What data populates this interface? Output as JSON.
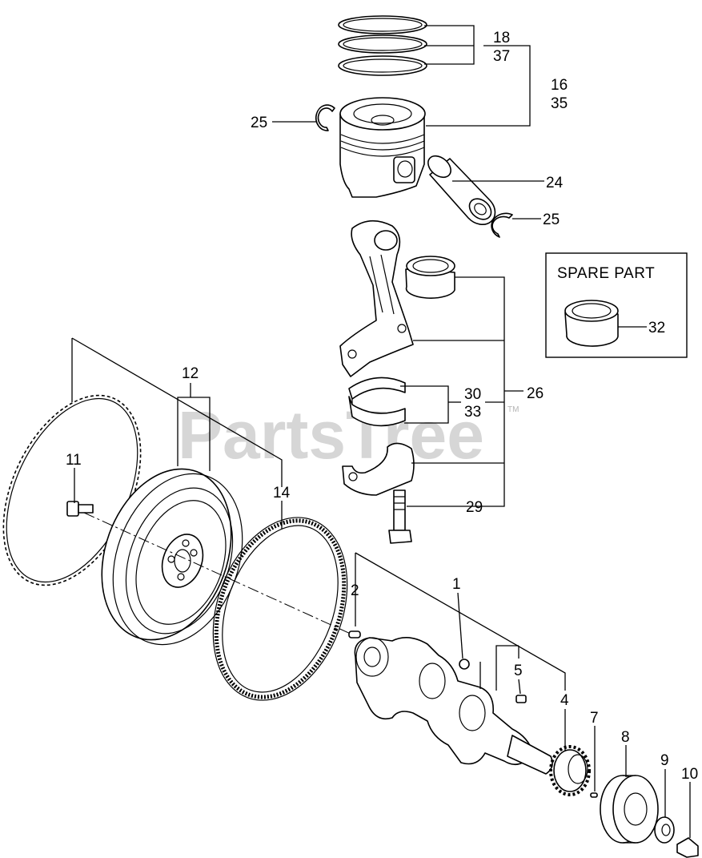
{
  "watermark": {
    "text": "PartsTree",
    "tm": "TM"
  },
  "spare_part": {
    "title": "SPARE  PART",
    "callout": "32"
  },
  "callouts": {
    "c18": "18",
    "c37": "37",
    "c16": "16",
    "c35": "35",
    "c25a": "25",
    "c24": "24",
    "c25b": "25",
    "c30": "30",
    "c33": "33",
    "c26": "26",
    "c29": "29",
    "c12": "12",
    "c11": "11",
    "c14": "14",
    "c2": "2",
    "c1": "1",
    "c5": "5",
    "c4": "4",
    "c7": "7",
    "c8": "8",
    "c9": "9",
    "c10": "10"
  }
}
